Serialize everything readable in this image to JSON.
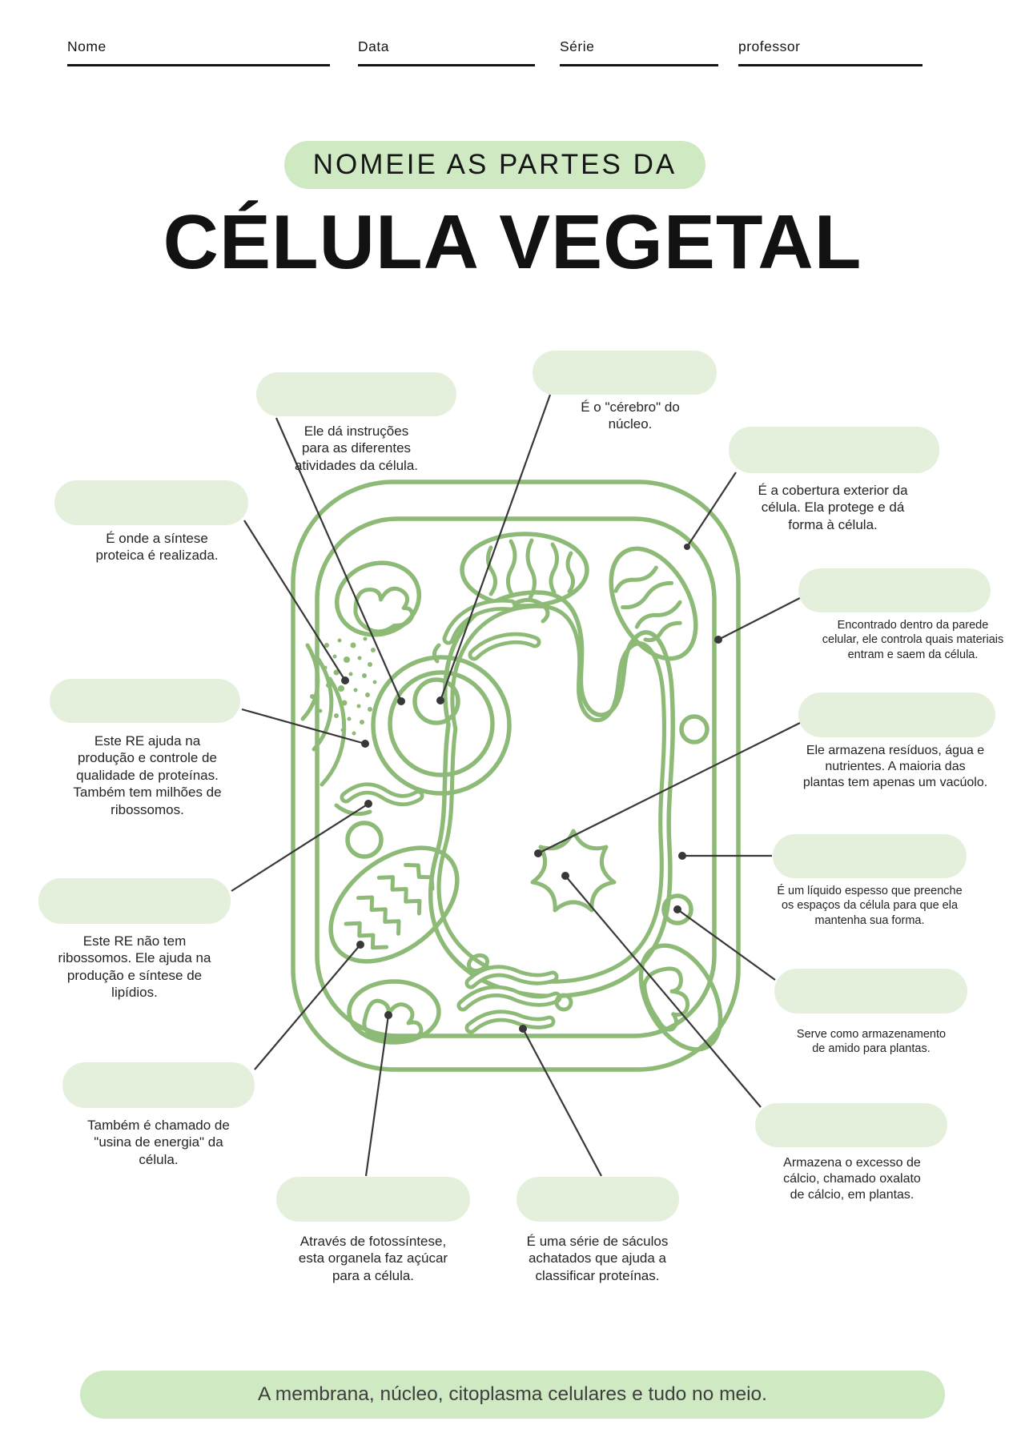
{
  "header": {
    "fields": [
      {
        "label": "Nome"
      },
      {
        "label": "Data"
      },
      {
        "label": "Série"
      },
      {
        "label": "professor"
      }
    ]
  },
  "title": {
    "eyebrow": "NOMEIE AS PARTES DA",
    "main": "CÉLULA VEGETAL"
  },
  "labels": [
    {
      "text": "Ele dá instruções\npara as diferentes\natividades da célula."
    },
    {
      "text": "É o \"cérebro\" do\nnúcleo."
    },
    {
      "text": "É a cobertura exterior da\ncélula. Ela protege e dá\nforma à célula."
    },
    {
      "text": "Encontrado dentro da parede\ncelular, ele controla quais materiais\nentram e saem da célula."
    },
    {
      "text": "É onde a síntese\nproteica é realizada."
    },
    {
      "text": "Este RE ajuda na\nprodução e controle de\nqualidade de proteínas.\nTambém tem milhões de\nribossomos."
    },
    {
      "text": "Ele armazena resíduos, água e\nnutrientes. A maioria das\nplantas tem apenas um vacúolo."
    },
    {
      "text": "É um líquido espesso que preenche\nos espaços da célula para que ela\nmantenha sua forma."
    },
    {
      "text": "Este RE não tem\nribossomos. Ele ajuda na\nprodução e síntese de\nlipídios."
    },
    {
      "text": "Serve como armazenamento\nde amido para plantas."
    },
    {
      "text": "Também é chamado de\n\"usina de energia\" da\ncélula."
    },
    {
      "text": "Armazena o excesso de\ncálcio, chamado oxalato\nde cálcio, em plantas."
    },
    {
      "text": "Através de fotossíntese,\nesta organela faz açúcar\npara a célula."
    },
    {
      "text": "É uma série de sáculos\nachatados que ajuda a\nclassificar proteínas."
    }
  ],
  "footer": {
    "text": "A membrana, núcleo, citoplasma celulares e tudo no meio."
  },
  "colors": {
    "cell_line_green": "#8eba77",
    "blank_pill_green": "#e4f0dc",
    "accent_pill_green": "#cfe9c3",
    "text": "#232323",
    "connector": "#383838"
  }
}
